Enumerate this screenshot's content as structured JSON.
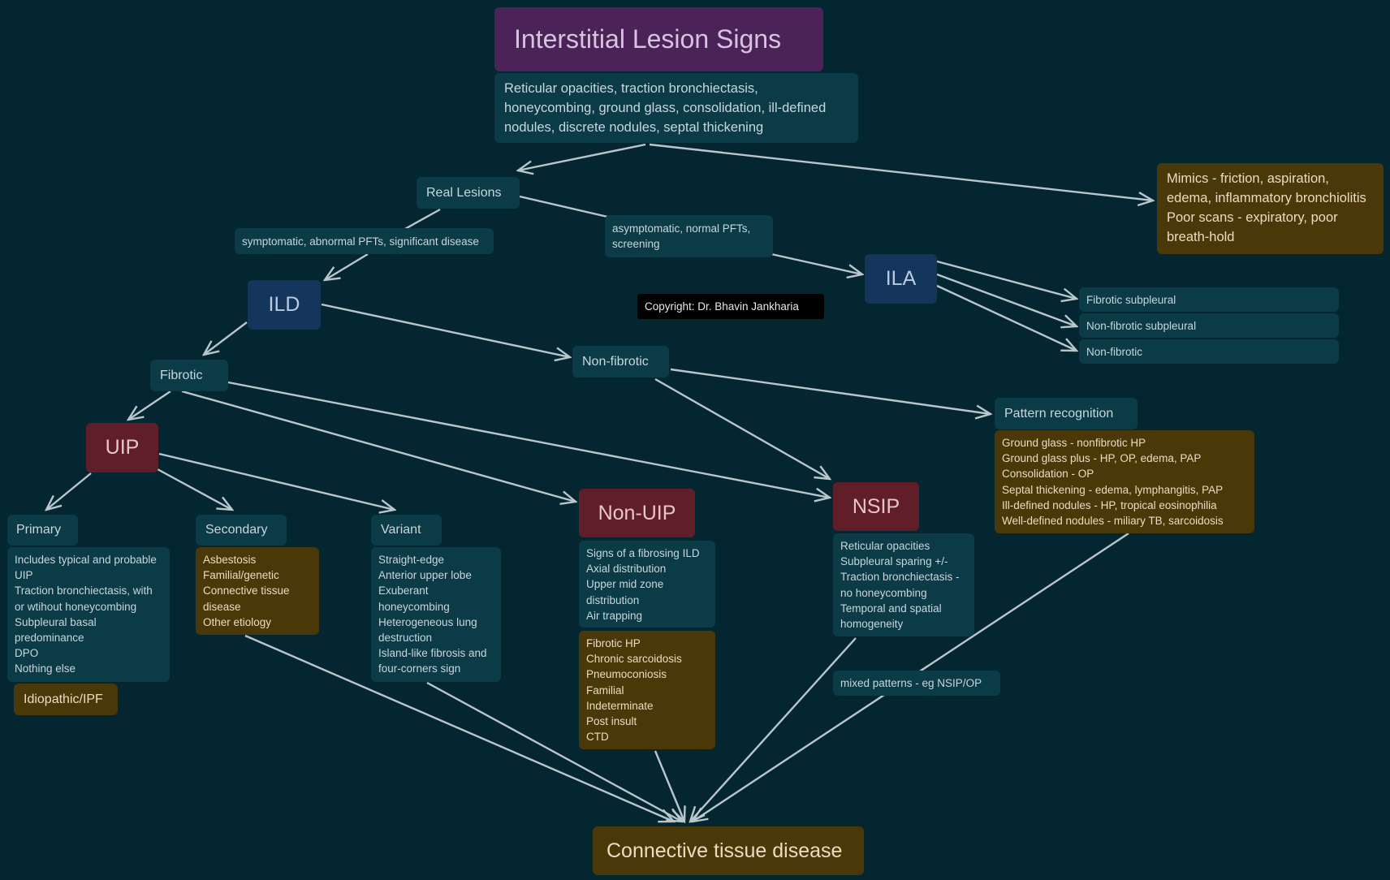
{
  "title": "Interstitial Lesion Signs",
  "top_signs": "Reticular opacities, traction bronchiectasis, honeycombing, ground glass, consolidation, ill-defined nodules, discrete nodules, septal thickening",
  "mimics": [
    "Mimics - friction, aspiration, edema, inflammatory bronchiolitis",
    "Poor scans - expiratory, poor breath-hold"
  ],
  "real_lesions": "Real Lesions",
  "symptomatic_label": "symptomatic, abnormal PFTs, significant disease",
  "asymptomatic_label": "asymptomatic, normal PFTs, screening",
  "ild": "ILD",
  "ila": "ILA",
  "ila_items": [
    "Fibrotic subpleural",
    "Non-fibrotic subpleural",
    "Non-fibrotic"
  ],
  "copyright": "Copyright: Dr. Bhavin Jankharia",
  "fibrotic": "Fibrotic",
  "non_fibrotic": "Non-fibrotic",
  "pattern_recognition": "Pattern recognition",
  "pattern_items": [
    "Ground glass - nonfibrotic HP",
    "Ground glass plus - HP, OP, edema, PAP",
    "Consolidation - OP",
    "Septal thickening - edema, lymphangitis, PAP",
    "Ill-defined nodules - HP, tropical eosinophilia",
    "Well-defined nodules - miliary TB, sarcoidosis"
  ],
  "uip": "UIP",
  "non_uip": "Non-UIP",
  "nsip": "NSIP",
  "primary": "Primary",
  "primary_items": [
    "Includes typical and probable UIP",
    "Traction bronchiectasis, with or wtihout honeycombing",
    "Subpleural basal predominance",
    "DPO",
    "Nothing else"
  ],
  "idiopathic": "Idiopathic/IPF",
  "secondary": "Secondary",
  "secondary_items": [
    "Asbestosis",
    "Familial/genetic",
    "Connective tissue disease",
    "Other etiology"
  ],
  "variant": "Variant",
  "variant_items": [
    "Straight-edge",
    "Anterior upper lobe",
    "Exuberant honeycombing",
    "Heterogeneous lung destruction",
    "Island-like fibrosis and four-corners sign"
  ],
  "non_uip_signs": [
    "Signs of a fibrosing ILD",
    "Axial distribution",
    "Upper mid zone distribution",
    "Air trapping"
  ],
  "non_uip_causes": [
    "Fibrotic HP",
    "Chronic sarcoidosis",
    "Pneumoconiosis",
    "Familial",
    "Indeterminate",
    "Post insult",
    "CTD"
  ],
  "nsip_items": [
    "Reticular opacities",
    "Subpleural sparing +/-",
    "Traction bronchiectasis - no honeycombing",
    "Temporal and spatial homogeneity"
  ],
  "mixed_patterns": "mixed patterns - eg NSIP/OP",
  "ctd": "Connective tissue disease",
  "colors": {
    "background": "#042631",
    "teal": "#0b3b47",
    "purple": "#4b2358",
    "navy": "#15365c",
    "red": "#601e28",
    "gold": "#4a3808",
    "edge": "#b9c7cc"
  }
}
